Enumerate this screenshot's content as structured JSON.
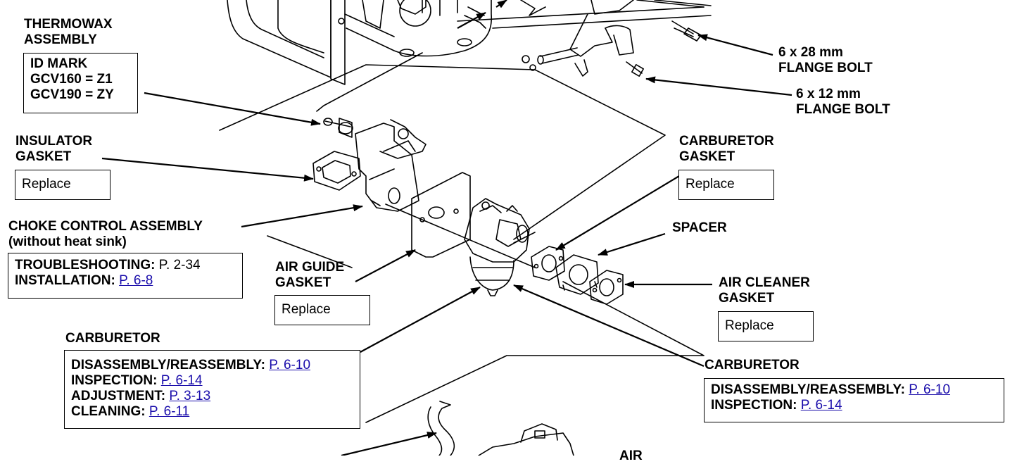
{
  "labels": {
    "thermowax": [
      "THERMOWAX",
      "ASSEMBLY"
    ],
    "thermowax_id": [
      "ID MARK",
      "GCV160 = Z1",
      "GCV190 = ZY"
    ],
    "insulator": [
      "INSULATOR",
      "GASKET"
    ],
    "choke": [
      "CHOKE CONTROL ASSEMBLY",
      "(without heat sink)"
    ],
    "air_guide": [
      "AIR GUIDE",
      "GASKET"
    ],
    "carb_left": "CARBURETOR",
    "bolt28": [
      "6 x 28 mm",
      "FLANGE BOLT"
    ],
    "bolt12": [
      "6 x 12 mm",
      "FLANGE BOLT"
    ],
    "carb_gasket": [
      "CARBURETOR",
      "GASKET"
    ],
    "spacer": "SPACER",
    "air_cleaner_gasket": [
      "AIR CLEANER",
      "GASKET"
    ],
    "carb_right": "CARBURETOR",
    "air_partial": "AIR"
  },
  "replace": "Replace",
  "choke_box": {
    "troubleshooting": {
      "label": "TROUBLESHOOTING:",
      "page": "P. 2-34"
    },
    "installation": {
      "label": "INSTALLATION:",
      "page": "P. 6-8"
    }
  },
  "carb_left_box": {
    "disassembly": {
      "label": "DISASSEMBLY/REASSEMBLY:",
      "page": "P. 6-10"
    },
    "inspection": {
      "label": "INSPECTION:",
      "page": "P. 6-14"
    },
    "adjustment": {
      "label": "ADJUSTMENT:",
      "page": "P. 3-13"
    },
    "cleaning": {
      "label": "CLEANING:",
      "page": "P. 6-11"
    }
  },
  "carb_right_box": {
    "disassembly": {
      "label": "DISASSEMBLY/REASSEMBLY:",
      "page": "P. 6-10"
    },
    "inspection": {
      "label": "INSPECTION:",
      "page": "P. 6-14"
    }
  },
  "colors": {
    "link": "#1a0dab",
    "line": "#000000"
  }
}
